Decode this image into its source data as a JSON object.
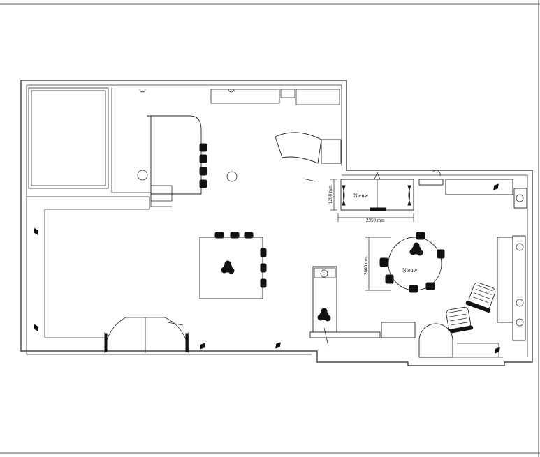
{
  "labels": {
    "table_top": "Nieuw",
    "table_round": "Nieuw"
  },
  "dimensions": {
    "width_top": "2950 mm",
    "height_top": "1200 mm",
    "width_round": "2000 mm"
  },
  "colors": {
    "line": "#222222",
    "furniture_fill": "#111111",
    "background": "#ffffff"
  },
  "icons": {
    "plants": "plant-icon",
    "chairs": "chair-icon",
    "doors": "door-swing-icon"
  }
}
